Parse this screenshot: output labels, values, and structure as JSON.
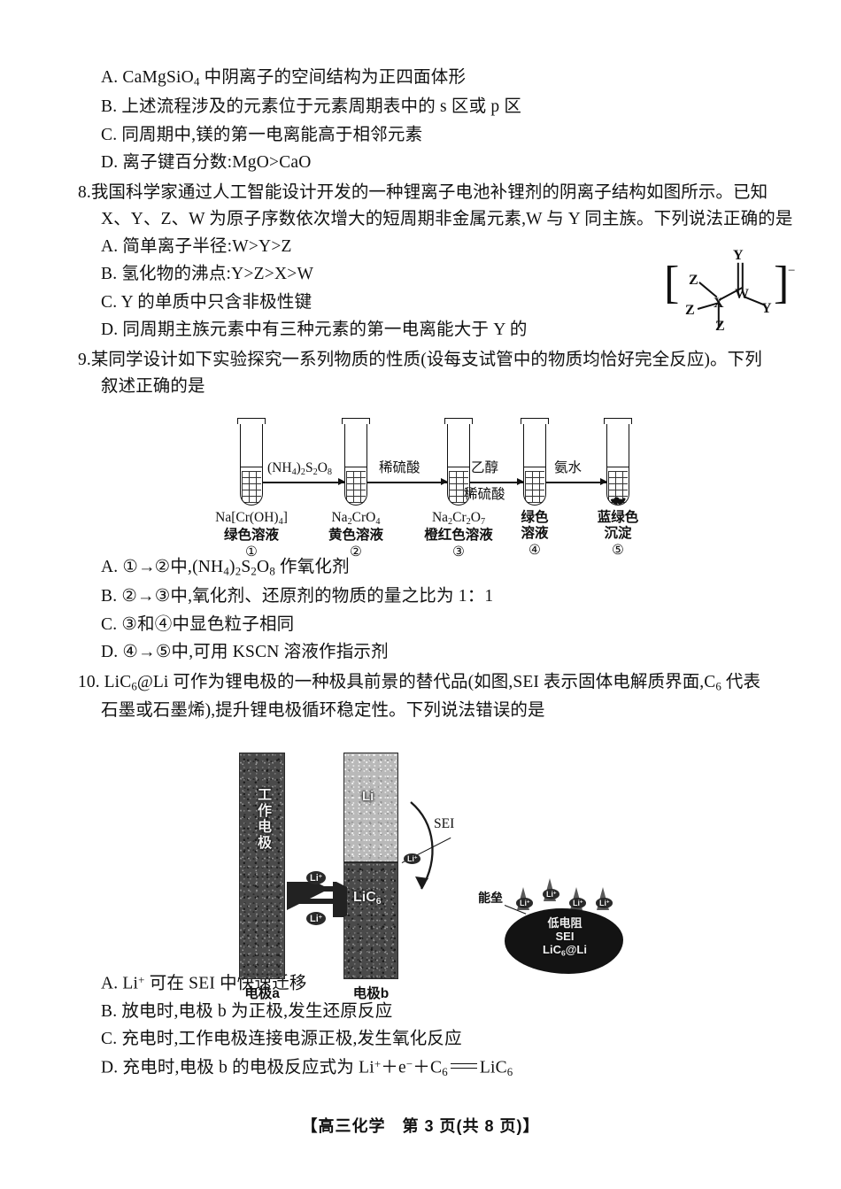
{
  "q7_options": [
    "A. CaMgSiO₄ 中阴离子的空间结构为正四面体形",
    "B. 上述流程涉及的元素位于元素周期表中的 s 区或 p 区",
    "C. 同周期中,镁的第一电离能高于相邻元素",
    "D. 离子键百分数:MgO>CaO"
  ],
  "q8": {
    "number": "8.",
    "stem_line1": "我国科学家通过人工智能设计开发的一种锂离子电池补锂剂的阴离子结构如图所示。已知",
    "stem_line2": "X、Y、Z、W 为原子序数依次增大的短周期非金属元素,W 与 Y 同主族。下列说法正确的是",
    "options": [
      "A. 简单离子半径:W>Y>Z",
      "B. 氢化物的沸点:Y>Z>X>W",
      "C. Y 的单质中只含非极性键",
      "D. 同周期主族元素中有三种元素的第一电离能大于 Y 的"
    ],
    "structure": {
      "atom_center_left": "X",
      "atom_center_right": "W",
      "atom_top": "Y",
      "atom_right": "Y",
      "atom_upper_left": "Z",
      "atom_lower_left": "Z",
      "atom_bottom": "Z",
      "charge": "−"
    }
  },
  "q9": {
    "number": "9.",
    "stem_line1": "某同学设计如下实验探究一系列物质的性质(设每支试管中的物质均恰好完全反应)。下列",
    "stem_line2": "叙述正确的是",
    "tubes": [
      {
        "formula": "Na[Cr(OH)₄]",
        "desc": "绿色溶液",
        "index": "①",
        "content": "solution"
      },
      {
        "formula": "Na₂CrO₄",
        "desc": "黄色溶液",
        "index": "②",
        "content": "solution"
      },
      {
        "formula": "Na₂Cr₂O₇",
        "desc": "橙红色溶液",
        "index": "③",
        "content": "solution"
      },
      {
        "formula": "绿色",
        "desc": "溶液",
        "index": "④",
        "content": "solution"
      },
      {
        "formula": "蓝绿色",
        "desc": "沉淀",
        "index": "⑤",
        "content": "precipitate"
      }
    ],
    "arrows": [
      {
        "top": "(NH₄)₂S₂O₈",
        "bottom": ""
      },
      {
        "top": "稀硫酸",
        "bottom": ""
      },
      {
        "top": "乙醇",
        "bottom": "稀硫酸"
      },
      {
        "top": "氨水",
        "bottom": ""
      }
    ],
    "options": [
      "A. ①→②中,(NH₄)₂S₂O₈ 作氧化剂",
      "B. ②→③中,氧化剂、还原剂的物质的量之比为 1：1",
      "C. ③和④中显色粒子相同",
      "D. ④→⑤中,可用 KSCN 溶液作指示剂"
    ]
  },
  "q10": {
    "number": "10.",
    "stem_line1": "LiC₆@Li 可作为锂电极的一种极具前景的替代品(如图,SEI 表示固体电解质界面,C₆ 代表",
    "stem_line2": "石墨或石墨烯),提升锂电极循环稳定性。下列说法错误的是",
    "figure": {
      "electrode_a_label": "工作电极",
      "electrode_a_caption": "电极a",
      "electrode_b_top_label": "Li",
      "electrode_b_bottom_label": "LiC₆",
      "electrode_b_caption": "电极b",
      "sei_label": "SEI",
      "ion_label": "Li⁺",
      "barrier_label": "能垒",
      "blob_line1": "低电阻",
      "blob_line2": "SEI",
      "blob_line3": "LiC₆@Li",
      "blob_ions": [
        "Li⁺",
        "Li⁺",
        "Li⁺",
        "Li⁺"
      ]
    },
    "options": [
      {
        "text_before": "A. Li⁺ 可在 SEI 中快速迁移",
        "eq": false
      },
      {
        "text_before": "B. 放电时,电极 b 为正极,发生还原反应",
        "eq": false
      },
      {
        "text_before": "C. 充电时,工作电极连接电源正极,发生氧化反应",
        "eq": false
      },
      {
        "text_before": "D. 充电时,电极 b 的电极反应式为 Li⁺＋e⁻＋C₆",
        "text_after": "LiC₆",
        "eq": true
      }
    ]
  },
  "footer": "【高三化学　第 3 页(共 8 页)】"
}
